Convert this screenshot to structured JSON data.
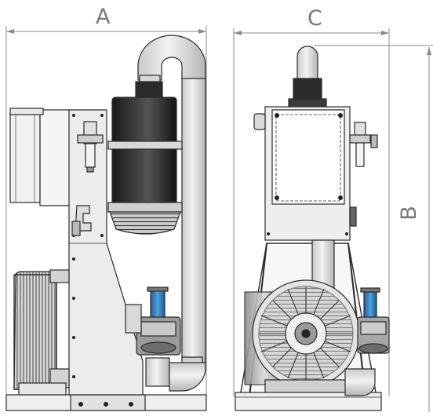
{
  "dimensions": {
    "width_front": "A",
    "height": "B",
    "width_side": "C"
  },
  "colors": {
    "line": "#2a2a2a",
    "dimension": "#888888",
    "frame": "#e6e6e6",
    "filter": "#2d2d2d",
    "pipe": "#e4e4e4",
    "valve_accent": "#2e86c8",
    "blower": "#bdbdbd"
  }
}
